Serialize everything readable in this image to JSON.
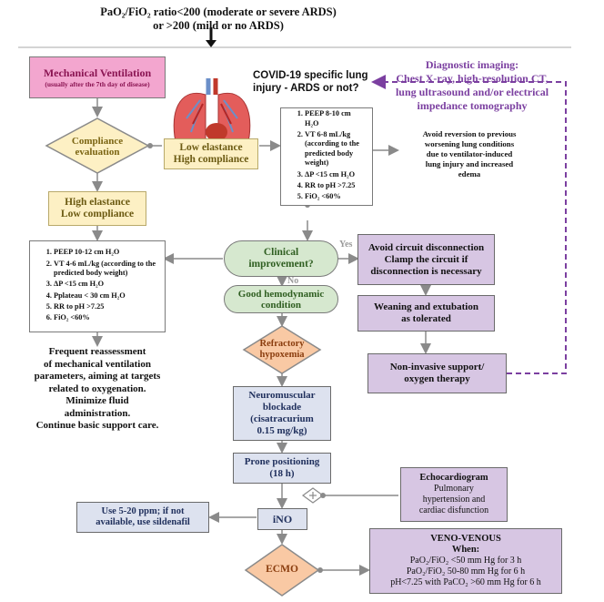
{
  "header": {
    "line1": "PaO₂/FiO₂ ratio<200  (moderate or severe ARDS)",
    "line2": "or >200 (mild or no ARDS)"
  },
  "mech_vent": {
    "title": "Mechanical Ventilation",
    "sub": "(usually after the 7th day of disease)"
  },
  "covid_q": {
    "line1": "COVID-19 specific lung",
    "line2": "injury - ARDS or not?"
  },
  "imaging": {
    "line1": "Diagnostic imaging:",
    "line2": "Chest X-ray, high-resolution CT,",
    "line3": "lung ultrasound and/or electrical",
    "line4": "impedance tomography"
  },
  "compliance": {
    "line1": "Compliance",
    "line2": "evaluation"
  },
  "low_elastance": {
    "line1": "Low elastance",
    "line2": "High compliance"
  },
  "high_elastance": {
    "line1": "High elastance",
    "line2": "Low compliance"
  },
  "low_list": [
    "PEEP 8-10 cm H₂O",
    "VT 6-8 mL/kg (according to the predicted body weight)",
    "ΔP <15 cm H₂O",
    "RR to pH >7.25",
    "FiO₂ <60%"
  ],
  "high_list": [
    "PEEP 10-12 cm H₂O",
    "VT 4-6 mL/kg (according to the predicted body weight)",
    "ΔP <15 cm H₂O",
    "Pplateau < 30 cm H₂O",
    "RR to pH >7.25",
    "FiO₂ <60%"
  ],
  "avoid_reversion": {
    "line1": "Avoid reversion to previous",
    "line2": "worsening lung conditions",
    "line3": "due to ventilator-induced",
    "line4": "lung injury and increased",
    "line5": "edema"
  },
  "clinical": {
    "line1": "Clinical",
    "line2": "improvement?"
  },
  "yes_label": "Yes",
  "no_label": "No",
  "avoid_circuit": {
    "line1": "Avoid circuit disconnection",
    "line2": "Clamp the circuit if",
    "line3": "disconnection is necessary"
  },
  "weaning": {
    "line1": "Weaning and extubation",
    "line2": "as tolerated"
  },
  "noninvasive": {
    "line1": "Non-invasive support/",
    "line2": "oxygen therapy"
  },
  "hemodynamic": {
    "line1": "Good hemodynamic",
    "line2": "condition"
  },
  "refractory": {
    "line1": "Refractory",
    "line2": "hypoxemia"
  },
  "frequent": {
    "line1": "Frequent reassessment",
    "line2": "of mechanical ventilation",
    "line3": "parameters, aiming at targets",
    "line4": "related to oxygenation.",
    "line5": "Minimize fluid",
    "line6": "administration.",
    "line7": "Continue basic support care."
  },
  "neuromuscular": {
    "line1": "Neuromuscular",
    "line2": "blockade",
    "line3": "(cisatracurium",
    "line4": "0.15 mg/kg)"
  },
  "prone": {
    "line1": "Prone positioning",
    "line2": "(18 h)"
  },
  "echo": {
    "title": "Echocardiogram",
    "line1": "Pulmonary",
    "line2": "hypertension and",
    "line3": "cardiac disfunction"
  },
  "ino": {
    "label": "iNO"
  },
  "sildenafil": {
    "line1": "Use 5-20 ppm; if not",
    "line2": "available, use sildenafil"
  },
  "ecmo": {
    "label": "ECMO"
  },
  "veno": {
    "title": "VENO-VENOUS",
    "when": "When:",
    "line1": "PaO₂/FiO₂ <50 mm Hg for 3 h",
    "line2": "PaO₂/FiO₂ 50-80 mm Hg for 6 h",
    "line3": "pH<7.25 with PaCO₂ >60 mm Hg for 6 h"
  },
  "colors": {
    "pink": "#f3a6cf",
    "yellow": "#fdf0c4",
    "lavender": "#d7c6e3",
    "green": "#d6e8cf",
    "orange": "#f9c9a4",
    "blue": "#dde2ef",
    "purple_text": "#7b3fa0",
    "connector": "#8a8a8a"
  }
}
